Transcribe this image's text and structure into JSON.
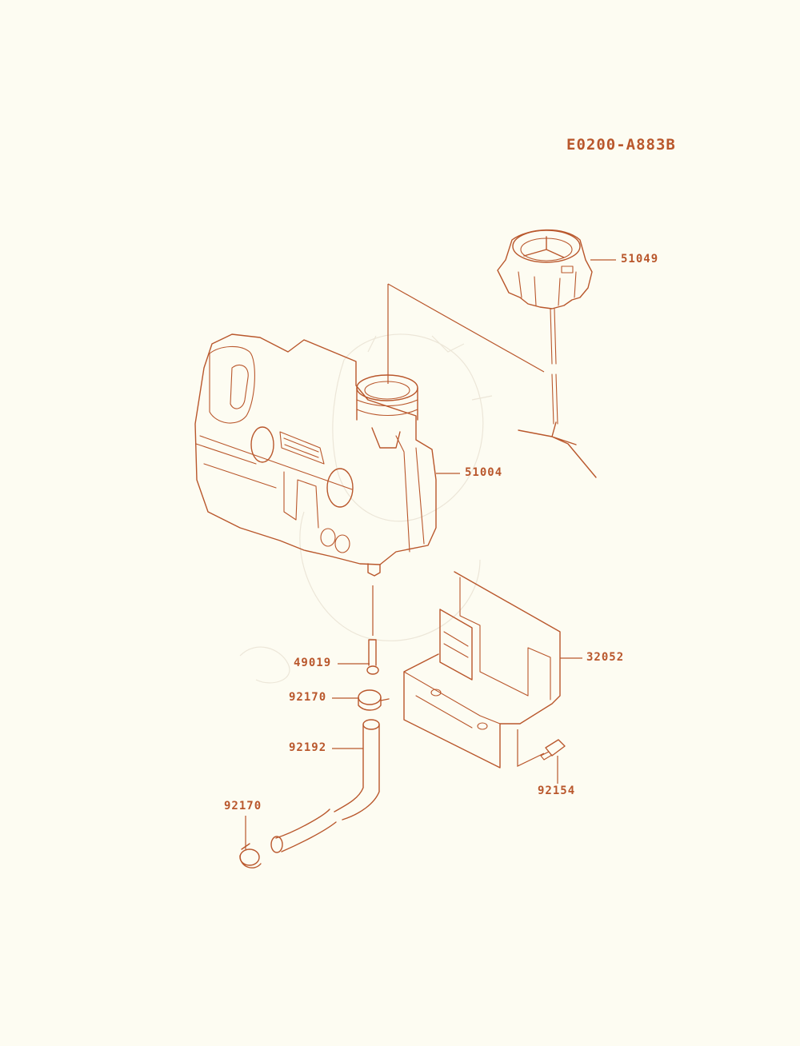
{
  "diagram_code": "E0200-A883B",
  "parts": {
    "cap": "51049",
    "tank": "51004",
    "bracket": "32052",
    "fitting": "49019",
    "clamp_upper": "92170",
    "hose": "92192",
    "clamp_lower": "92170",
    "bolt": "92154"
  },
  "colors": {
    "line": "#b9572c",
    "background": "#fdfcf2",
    "watermark": "#ece6d8"
  }
}
